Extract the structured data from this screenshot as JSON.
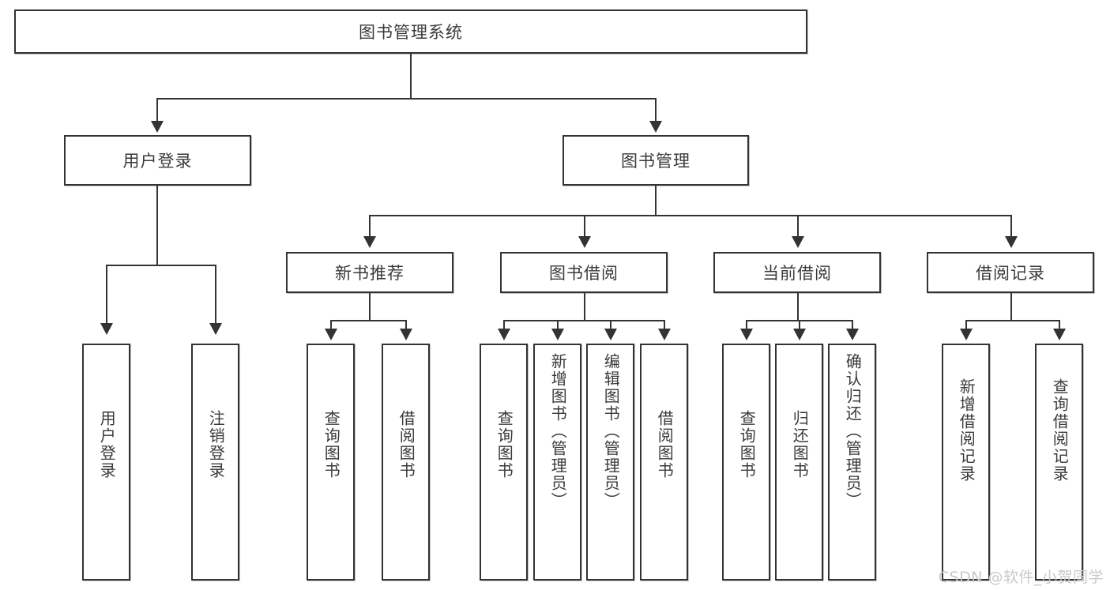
{
  "diagram": {
    "type": "tree-hierarchy",
    "title": "图书管理系统",
    "root": {
      "id": "root",
      "label": "图书管理系统"
    },
    "level1": [
      {
        "id": "user-login",
        "label": "用户登录"
      },
      {
        "id": "book-manage",
        "label": "图书管理"
      }
    ],
    "level2": [
      {
        "id": "new-book-recommend",
        "label": "新书推荐",
        "parent": "book-manage"
      },
      {
        "id": "book-borrow",
        "label": "图书借阅",
        "parent": "book-manage"
      },
      {
        "id": "current-borrow",
        "label": "当前借阅",
        "parent": "book-manage"
      },
      {
        "id": "borrow-record",
        "label": "借阅记录",
        "parent": "book-manage"
      }
    ],
    "leaves": [
      {
        "id": "leaf-user-login",
        "label": "用户登录",
        "parent": "user-login"
      },
      {
        "id": "leaf-logout-login",
        "label": "注销登录",
        "parent": "user-login"
      },
      {
        "id": "leaf-query-book-1",
        "label": "查询图书",
        "parent": "new-book-recommend"
      },
      {
        "id": "leaf-borrow-book-1",
        "label": "借阅图书",
        "parent": "new-book-recommend"
      },
      {
        "id": "leaf-query-book-2",
        "label": "查询图书",
        "parent": "book-borrow"
      },
      {
        "id": "leaf-add-book",
        "label": "新增图书（管理员）",
        "parent": "book-borrow"
      },
      {
        "id": "leaf-edit-book",
        "label": "编辑图书（管理员）",
        "parent": "book-borrow"
      },
      {
        "id": "leaf-borrow-book-2",
        "label": "借阅图书",
        "parent": "book-borrow"
      },
      {
        "id": "leaf-query-book-3",
        "label": "查询图书",
        "parent": "current-borrow"
      },
      {
        "id": "leaf-return-book",
        "label": "归还图书",
        "parent": "current-borrow"
      },
      {
        "id": "leaf-confirm-return",
        "label": "确认归还（管理员）",
        "parent": "current-borrow"
      },
      {
        "id": "leaf-add-record",
        "label": "新增借阅记录",
        "parent": "borrow-record"
      },
      {
        "id": "leaf-query-record",
        "label": "查询借阅记录",
        "parent": "borrow-record"
      }
    ]
  },
  "watermark": {
    "text": "CSDN @软件_小贺同学"
  },
  "colors": {
    "border": "#333333",
    "text": "#3a3a3a",
    "background": "#ffffff",
    "watermark": "#c9c9c9"
  }
}
